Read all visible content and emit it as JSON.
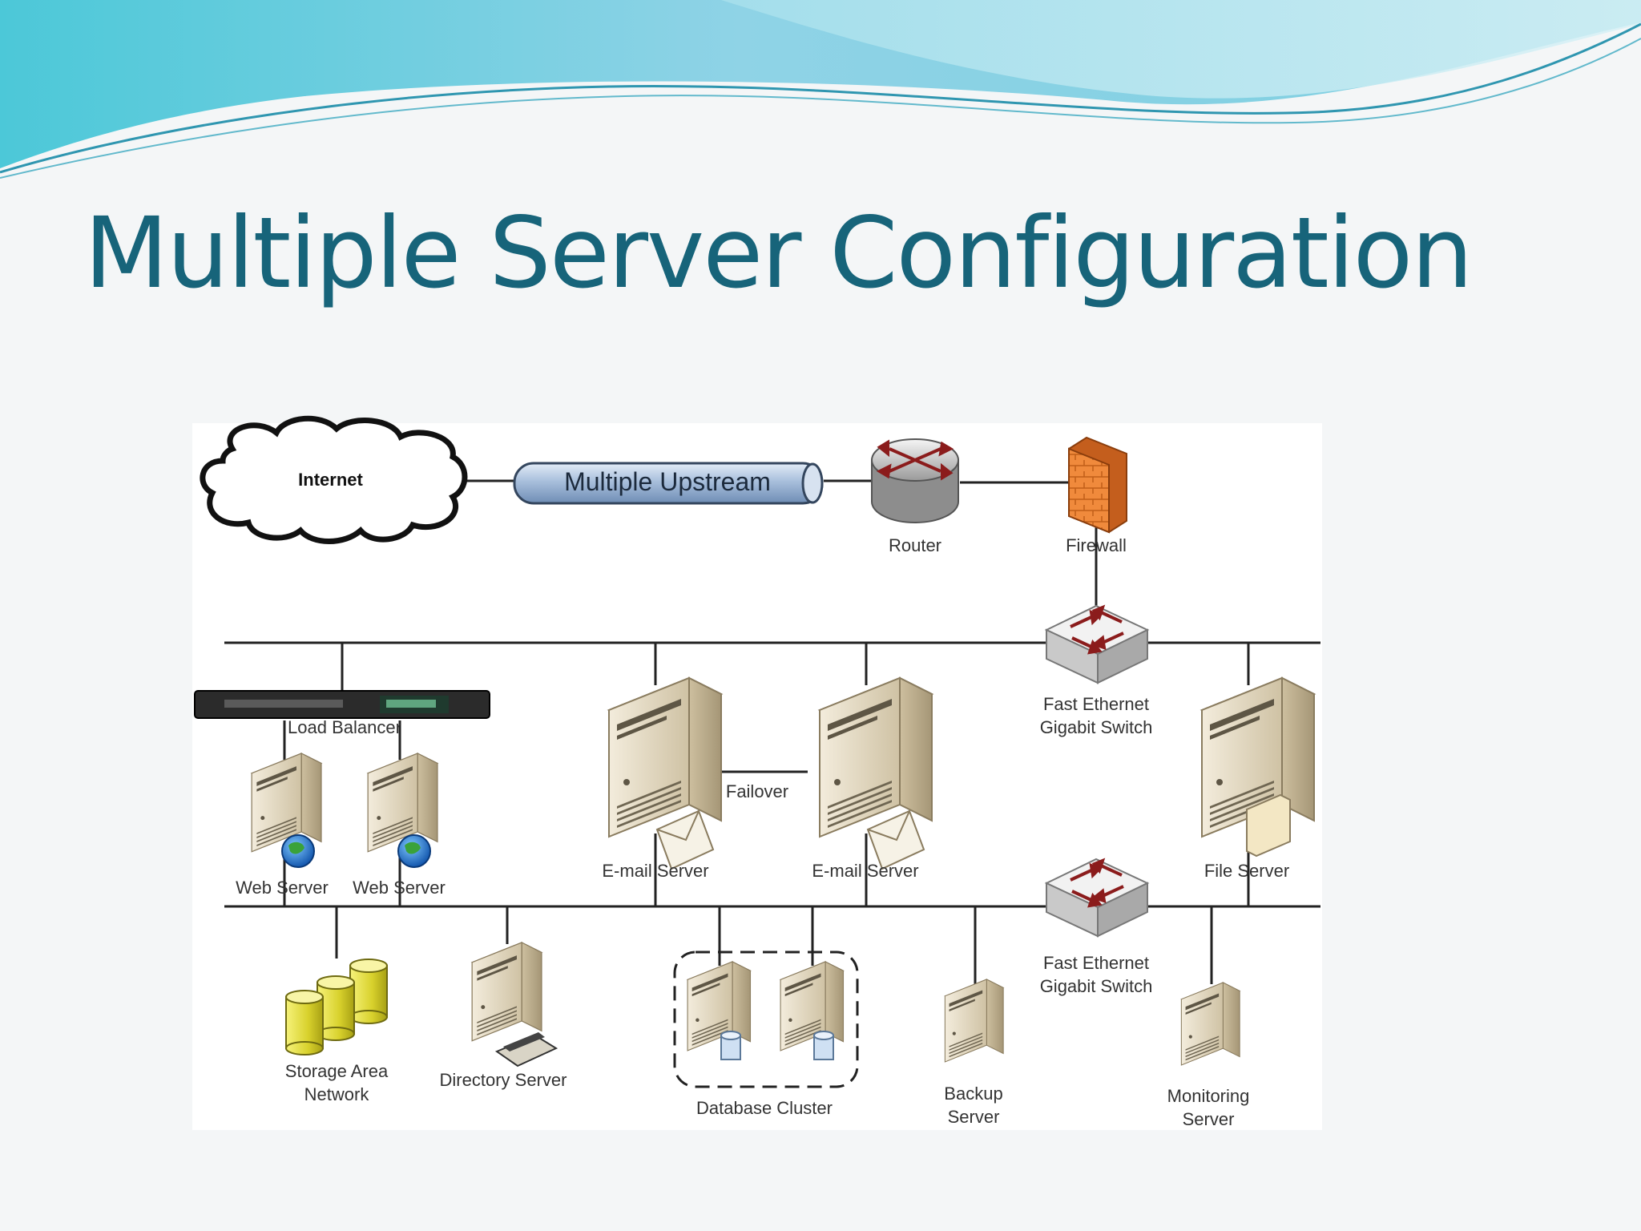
{
  "slide": {
    "title": "Multiple Server Configuration",
    "accent_color": "#17647a"
  },
  "diagram": {
    "internet": "Internet",
    "upstream": "Multiple Upstream",
    "router": "Router",
    "firewall": "Firewall",
    "switch_top": "Fast Ethernet\nGigabit Switch",
    "switch_bottom": "Fast Ethernet\nGigabit Switch",
    "load_balancer": "Load Balancer",
    "web_server_1": "Web Server",
    "web_server_2": "Web Server",
    "failover": "Failover",
    "email_server_1": "E-mail Server",
    "email_server_2": "E-mail Server",
    "file_server": "File Server",
    "storage": "Storage Area\nNetwork",
    "directory_server": "Directory Server",
    "database_cluster": "Database Cluster",
    "backup_server": "Backup\nServer",
    "monitoring_server": "Monitoring\nServer"
  }
}
